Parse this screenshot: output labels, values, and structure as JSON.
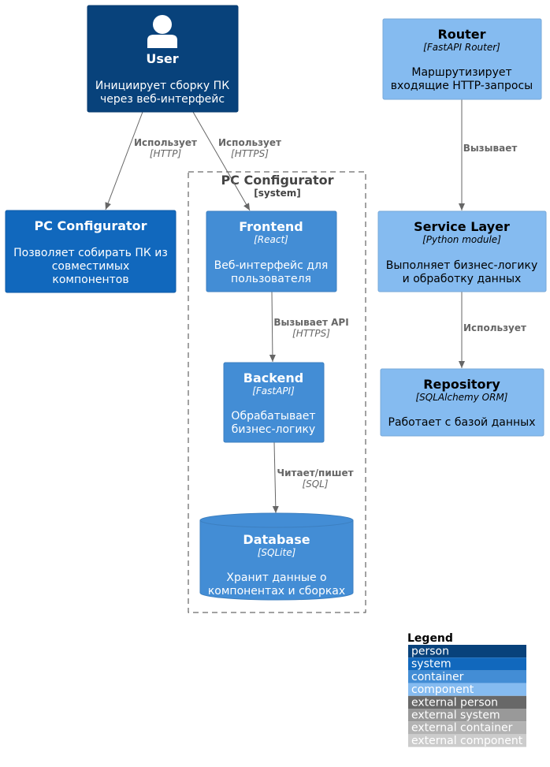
{
  "nodes": {
    "user": {
      "title": "User",
      "desc1": "Инициирует сборку ПК",
      "desc2": "через веб-интерфейс"
    },
    "pc_system": {
      "title": "PC Configurator",
      "desc1": "Позволяет собирать ПК из",
      "desc2": "совместимых",
      "desc3": "компонентов"
    },
    "boundary": {
      "title": "PC Configurator",
      "type": "[system]"
    },
    "frontend": {
      "title": "Frontend",
      "tech": "[React]",
      "desc1": "Веб-интерфейс для",
      "desc2": "пользователя"
    },
    "backend": {
      "title": "Backend",
      "tech": "[FastAPI]",
      "desc1": "Обрабатывает",
      "desc2": "бизнес-логику"
    },
    "database": {
      "title": "Database",
      "tech": "[SQLite]",
      "desc1": "Хранит данные о",
      "desc2": "компонентах и сборках"
    },
    "router": {
      "title": "Router",
      "tech": "[FastAPI Router]",
      "desc1": "Маршрутизирует",
      "desc2": "входящие HTTP-запросы"
    },
    "service": {
      "title": "Service Layer",
      "tech": "[Python module]",
      "desc1": "Выполняет бизнес-логику",
      "desc2": "и обработку данных"
    },
    "repository": {
      "title": "Repository",
      "tech": "[SQLAlchemy ORM]",
      "desc1": "Работает с базой данных"
    }
  },
  "edges": {
    "user_system": {
      "label": "Использует",
      "tech": "[HTTP]"
    },
    "user_frontend": {
      "label": "Использует",
      "tech": "[HTTPS]"
    },
    "frontend_backend": {
      "label": "Вызывает API",
      "tech": "[HTTPS]"
    },
    "backend_db": {
      "label": "Читает/пишет",
      "tech": "[SQL]"
    },
    "router_service": {
      "label": "Вызывает"
    },
    "service_repo": {
      "label": "Использует"
    }
  },
  "legend": {
    "title": "Legend",
    "items": [
      {
        "label": "person",
        "color": "#08427B"
      },
      {
        "label": "system",
        "color": "#1168BD"
      },
      {
        "label": "container",
        "color": "#438DD5"
      },
      {
        "label": "component",
        "color": "#85BBF0"
      },
      {
        "label": "external person",
        "color": "#686868"
      },
      {
        "label": "external system",
        "color": "#999999"
      },
      {
        "label": "external container",
        "color": "#B3B3B3"
      },
      {
        "label": "external component",
        "color": "#CCCCCC"
      }
    ]
  },
  "colors": {
    "person": "#08427B",
    "system": "#1168BD",
    "container": "#438DD5",
    "component": "#85BBF0",
    "arrow": "#666666"
  }
}
